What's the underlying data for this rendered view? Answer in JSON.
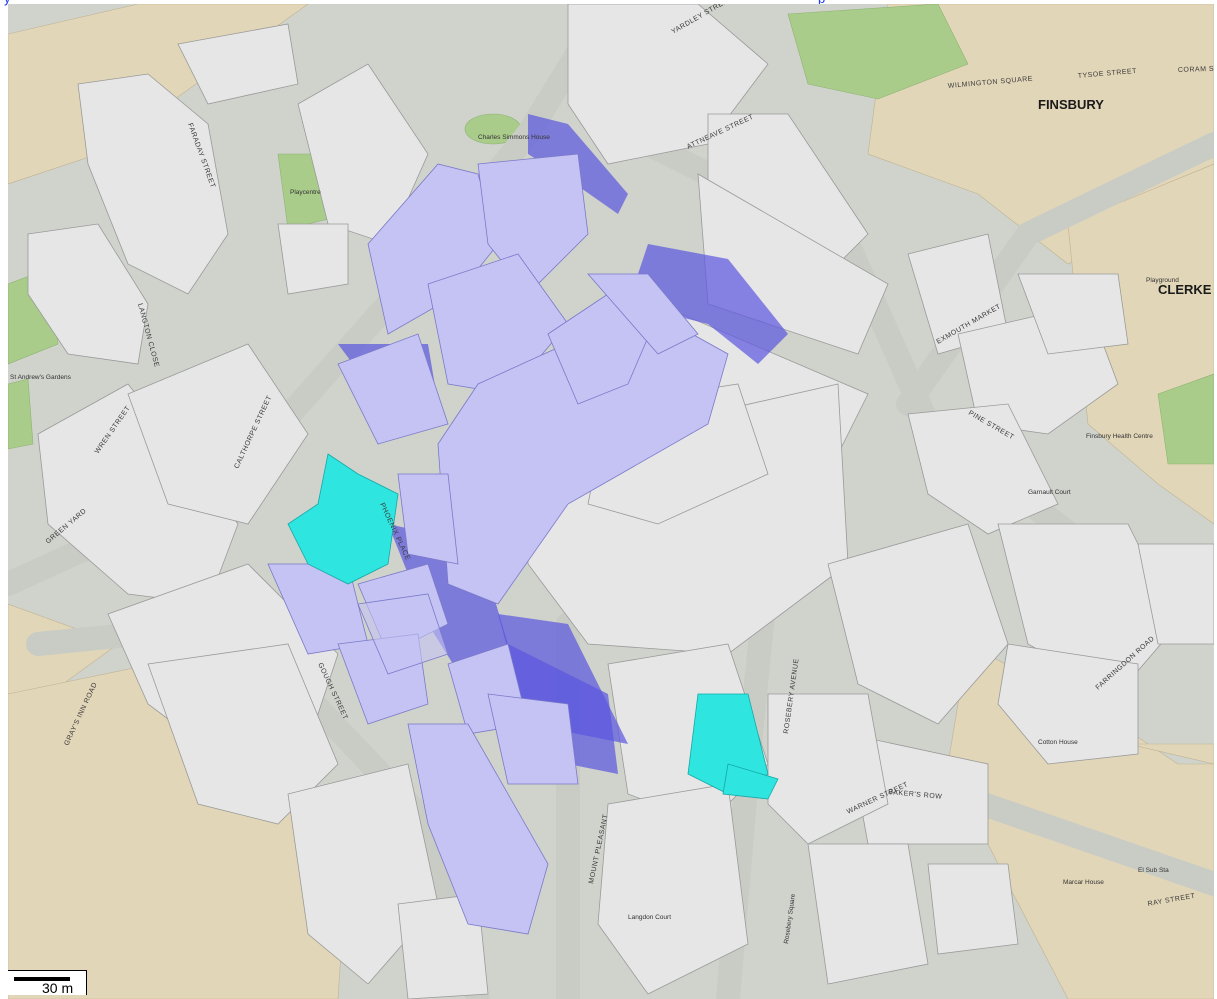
{
  "map": {
    "areas": [
      "FINSBURY",
      "CLERKE"
    ],
    "roads": [
      "GRAY'S INN ROAD",
      "ROSEBERY AVENUE",
      "FARRINGDON ROAD",
      "MOUNT PLEASANT",
      "GOUGH STREET",
      "PHOENIX PLACE",
      "CALTHORPE STREET",
      "WREN STREET",
      "GREEN YARD",
      "LANGTON CLOSE",
      "WARNER STREET",
      "RAY STREET",
      "WILMINGTON SQUARE",
      "TYSOE STREET",
      "EXMOUTH MARKET",
      "ATTNEAVE STREET",
      "FARADAY STREET",
      "PINE STREET",
      "CORAM STREET",
      "YARDLEY STREET",
      "BAKER'S ROW"
    ],
    "places": [
      "St Andrew's Gardens",
      "Playcentre",
      "Charles Simmons House",
      "Playground",
      "Finsbury Health Centre",
      "Rosebery Square",
      "Langdon Court",
      "Garnault Court",
      "Cotton House",
      "Marcar House",
      "El Sub Sta"
    ],
    "overlay_colors": {
      "proposed_development": "#b9b8f2",
      "shadow_zone": "#5a55e0",
      "highlighted_sites": "#2ee5e0"
    }
  },
  "scale": {
    "label": "30 m"
  },
  "top_text": [
    "y",
    "p"
  ]
}
